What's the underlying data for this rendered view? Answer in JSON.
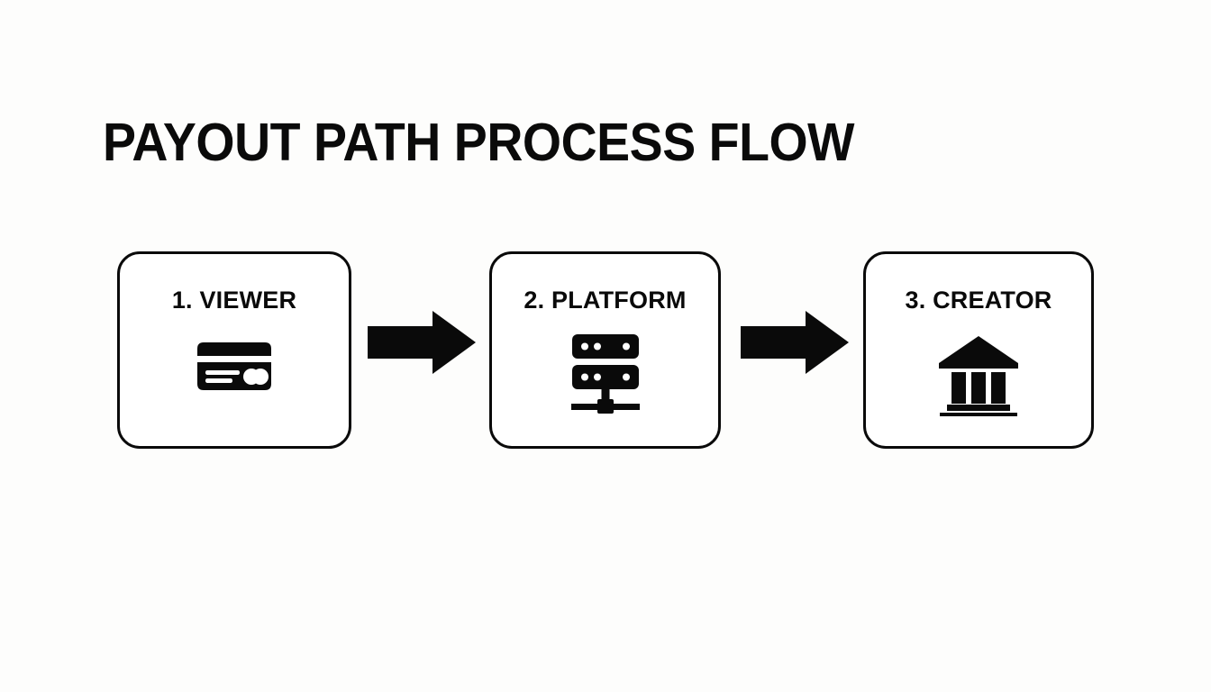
{
  "page": {
    "title": "PAYOUT PATH PROCESS FLOW",
    "background_color": "#fdfdfc",
    "ink_color": "#0a0a0a",
    "card_fill_color": "#ffffff"
  },
  "flow": {
    "steps": [
      {
        "label": "1. VIEWER",
        "number": "1",
        "name": "VIEWER",
        "icon": "credit-card-icon"
      },
      {
        "label": "2. PLATFORM",
        "number": "2",
        "name": "PLATFORM",
        "icon": "server-rack-icon"
      },
      {
        "label": "3. CREATOR",
        "number": "3",
        "name": "CREATOR",
        "icon": "bank-icon"
      }
    ],
    "connectors": [
      {
        "icon": "arrow-right-icon",
        "from": "1. VIEWER",
        "to": "2. PLATFORM"
      },
      {
        "icon": "arrow-right-icon",
        "from": "2. PLATFORM",
        "to": "3. CREATOR"
      }
    ]
  }
}
